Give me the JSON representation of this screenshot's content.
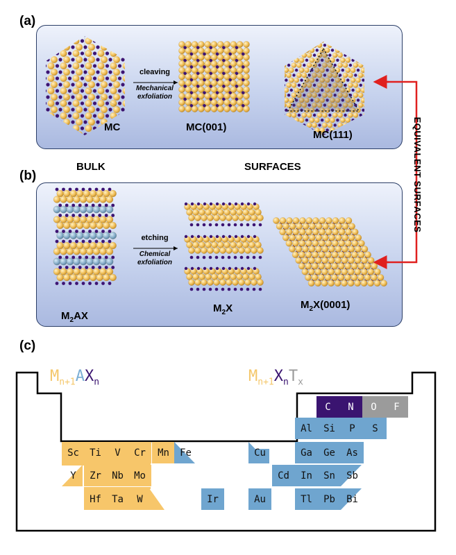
{
  "panels": {
    "a": {
      "letter": "(a)"
    },
    "b": {
      "letter": "(b)"
    },
    "c": {
      "letter": "(c)"
    }
  },
  "panel_a": {
    "bulk_label": "MC",
    "arrow_top": "cleaving",
    "arrow_bottom_1": "Mechanical",
    "arrow_bottom_2": "exfoliation",
    "surface_001": "MC(001)",
    "surface_111": "MC(111)"
  },
  "section_labels": {
    "bulk": "BULK",
    "surfaces": "SURFACES"
  },
  "equivalent": "EQUIVALENT SURFACES",
  "panel_b": {
    "bulk_label_main": "M",
    "bulk_label_sub": "2",
    "bulk_label_tail": "AX",
    "arrow_top": "etching",
    "arrow_bottom_1": "Chemical",
    "arrow_bottom_2": "exfoliation",
    "mxene_main": "M",
    "mxene_sub": "2",
    "mxene_tail": "X",
    "surface_main": "M",
    "surface_sub": "2",
    "surface_tail": "X(0001)"
  },
  "formulas": {
    "max": {
      "m": "M",
      "m_sub": "n+1",
      "a": "A",
      "x": "X",
      "x_sub": "n"
    },
    "mxene": {
      "m": "M",
      "m_sub": "n+1",
      "x": "X",
      "x_sub": "n",
      "t": "T",
      "t_sub": "x"
    }
  },
  "elements": {
    "c": "C",
    "n": "N",
    "o": "O",
    "f": "F",
    "al": "Al",
    "si": "Si",
    "p": "P",
    "s": "S",
    "sc": "Sc",
    "ti": "Ti",
    "v": "V",
    "cr": "Cr",
    "mn": "Mn",
    "fe": "Fe",
    "cu": "Cu",
    "ga": "Ga",
    "ge": "Ge",
    "as": "As",
    "y": "Y",
    "zr": "Zr",
    "nb": "Nb",
    "mo": "Mo",
    "cd": "Cd",
    "in": "In",
    "sn": "Sn",
    "sb": "Sb",
    "hf": "Hf",
    "ta": "Ta",
    "w": "W",
    "ir": "Ir",
    "au": "Au",
    "tl": "Tl",
    "pb": "Pb",
    "bi": "Bi"
  },
  "colors": {
    "m_atom": "#f2c25e",
    "x_atom": "#3d1473",
    "a_atom": "#8fb4cf",
    "m_cell": "#f7c66a",
    "a_cell": "#6fa5cf",
    "x_cell": "#3a1470",
    "t_cell": "#9b9b9b",
    "arrow_red": "#e0201f"
  }
}
